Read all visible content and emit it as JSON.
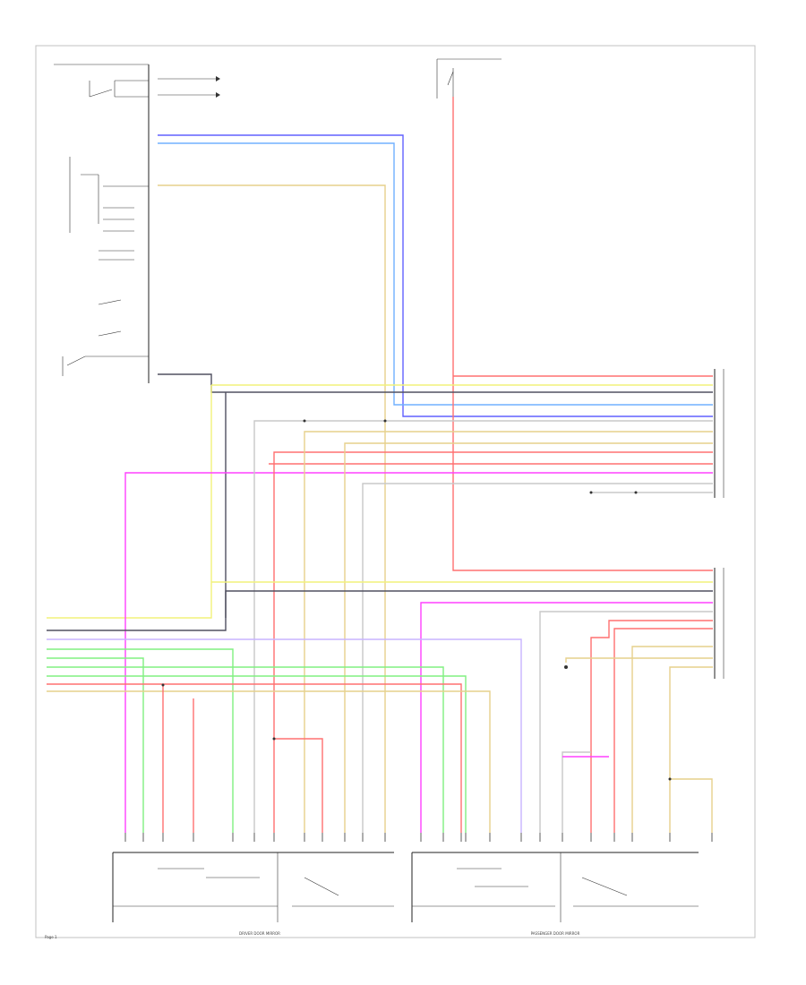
{
  "diagram": {
    "page_label": "Page 1",
    "bottom_captions": [
      "DRIVER DOOR MIRROR",
      "PASSENGER DOOR MIRROR"
    ],
    "colors": {
      "red": "#ff7070",
      "pink": "#ff40ff",
      "yellow": "#f2f27a",
      "tan": "#e6d08c",
      "green": "#80f080",
      "blue": "#6060ff",
      "light_blue": "#70b0ff",
      "dark_gray": "#505060",
      "light_gray": "#c8c8c8",
      "violet": "#c8b4ff",
      "frame": "#c0c0c0"
    }
  }
}
